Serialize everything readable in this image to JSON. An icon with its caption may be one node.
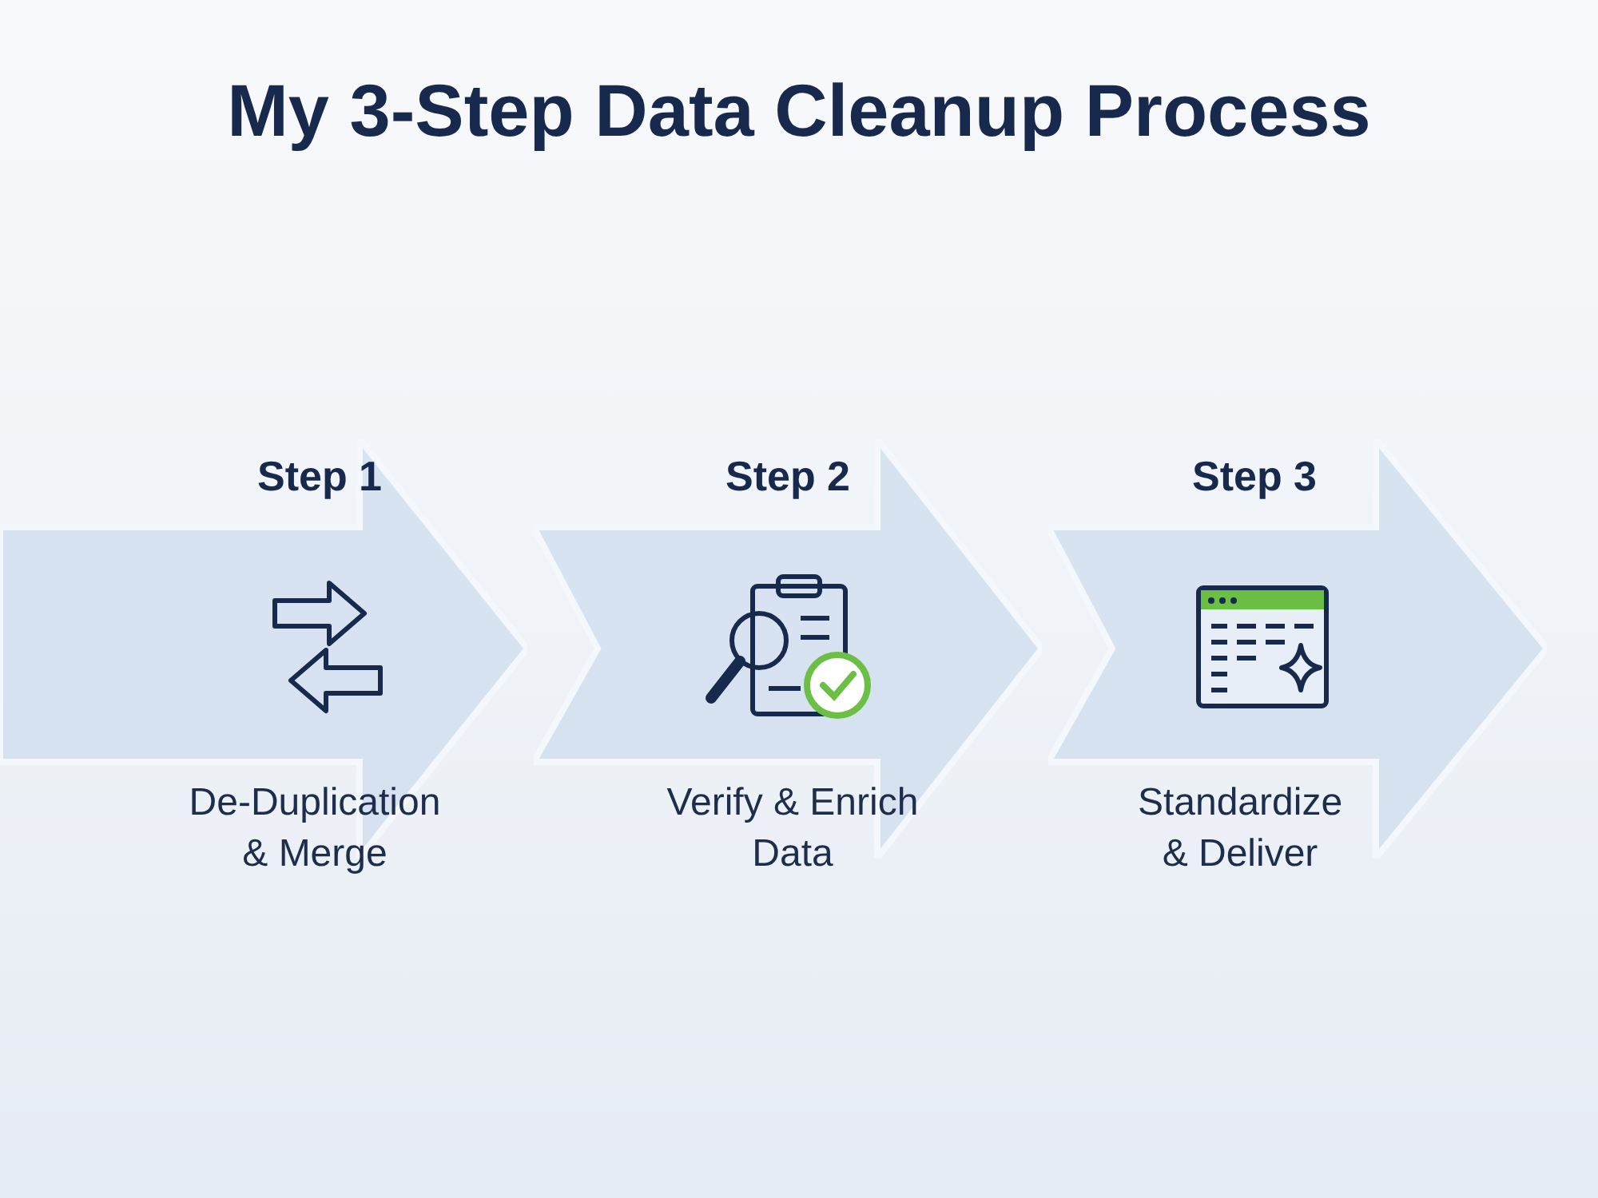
{
  "diagram": {
    "title": "My 3-Step Data Cleanup Process",
    "nodes": [
      {
        "text": [
          "Step 1",
          "De-Duplication & Merge"
        ]
      },
      {
        "text": [
          "Step 2",
          "Verify & Enrich Data"
        ]
      },
      {
        "text": [
          "Step 3",
          "Standardize & Deliver"
        ]
      }
    ]
  }
}
